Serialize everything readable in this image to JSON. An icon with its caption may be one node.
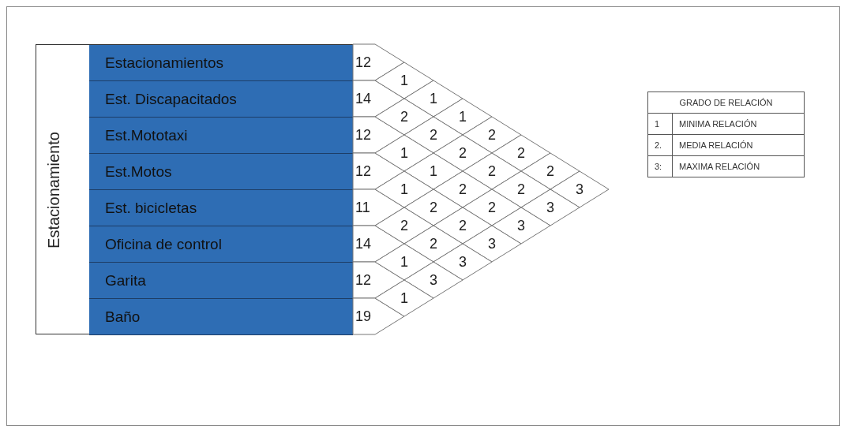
{
  "diagram": {
    "nodes": [
      {
        "text": [
          "Estacionamiento"
        ]
      },
      {
        "text": [
          "Estacionamientos"
        ],
        "in": 0
      },
      {
        "text": [
          "Est. Discapacitados"
        ],
        "in": 0
      },
      {
        "text": [
          "Est.Mototaxi"
        ],
        "in": 0
      },
      {
        "text": [
          "Est.Motos"
        ],
        "in": 0
      },
      {
        "text": [
          "Est. bicicletas"
        ],
        "in": 0
      },
      {
        "text": [
          "Oficina de control"
        ],
        "in": 0
      },
      {
        "text": [
          "Garita"
        ],
        "in": 0
      },
      {
        "text": [
          "Baño"
        ],
        "in": 0
      },
      {
        "text": [
          "12"
        ]
      },
      {
        "text": [
          "14"
        ]
      },
      {
        "text": [
          "12"
        ]
      },
      {
        "text": [
          "12"
        ]
      },
      {
        "text": [
          "11"
        ]
      },
      {
        "text": [
          "14"
        ]
      },
      {
        "text": [
          "12"
        ]
      },
      {
        "text": [
          "19"
        ]
      },
      {
        "text": [
          "1"
        ]
      },
      {
        "text": [
          "1"
        ]
      },
      {
        "text": [
          "2"
        ]
      },
      {
        "text": [
          "1"
        ]
      },
      {
        "text": [
          "2"
        ]
      },
      {
        "text": [
          "2"
        ]
      },
      {
        "text": [
          "1"
        ]
      },
      {
        "text": [
          "2"
        ]
      },
      {
        "text": [
          "2"
        ]
      },
      {
        "text": [
          "1"
        ]
      },
      {
        "text": [
          "2"
        ]
      },
      {
        "text": [
          "2"
        ]
      },
      {
        "text": [
          "1"
        ]
      },
      {
        "text": [
          "2"
        ]
      },
      {
        "text": [
          "2"
        ]
      },
      {
        "text": [
          "3"
        ]
      },
      {
        "text": [
          "2"
        ]
      },
      {
        "text": [
          "2"
        ]
      },
      {
        "text": [
          "3"
        ]
      },
      {
        "text": [
          "2"
        ]
      },
      {
        "text": [
          "2"
        ]
      },
      {
        "text": [
          "3"
        ]
      },
      {
        "text": [
          "2"
        ]
      },
      {
        "text": [
          "3"
        ]
      },
      {
        "text": [
          "1"
        ]
      },
      {
        "text": [
          "3"
        ]
      },
      {
        "text": [
          "3"
        ]
      },
      {
        "text": [
          "1"
        ]
      }
    ],
    "edges": [],
    "labels": [
      "GRADO DE RELACIÓN",
      "1",
      "MINIMA RELACIÓN",
      "2.",
      "MEDIA RELACIÓN",
      "3:",
      "MAXIMA RELACIÓN"
    ]
  }
}
